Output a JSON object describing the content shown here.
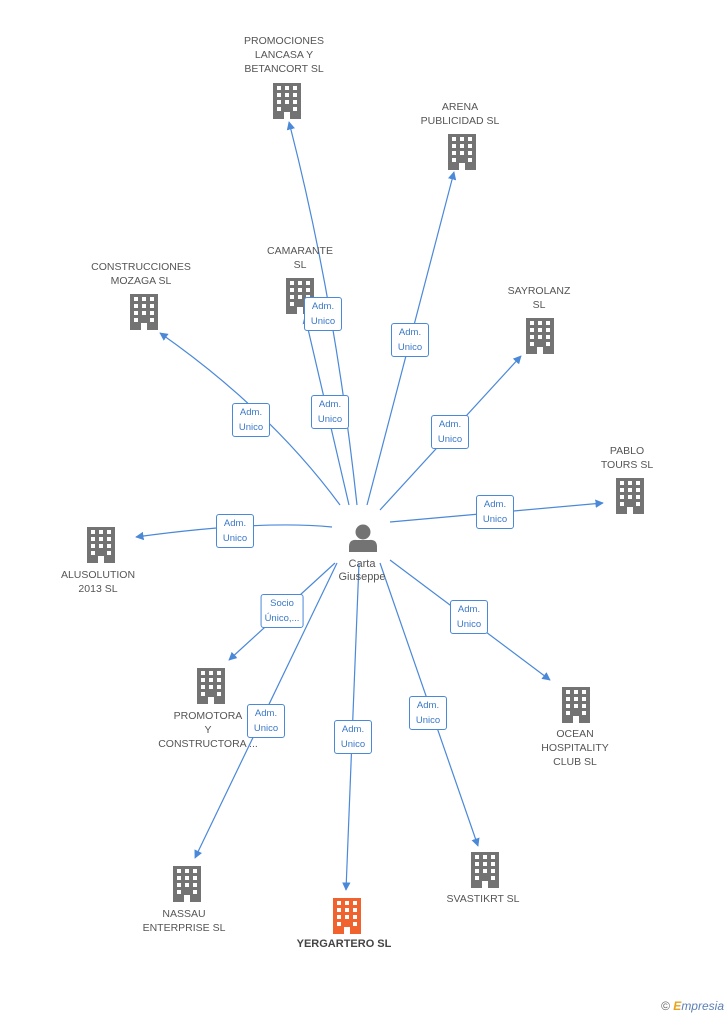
{
  "person": {
    "name": "Carta\nGiuseppe"
  },
  "companies": [
    {
      "id": "promociones",
      "name": "PROMOCIONES\nLANCASA Y\nBETANCORT SL"
    },
    {
      "id": "arena",
      "name": "ARENA\nPUBLICIDAD SL"
    },
    {
      "id": "camarante",
      "name": "CAMARANTE\nSL"
    },
    {
      "id": "construcciones",
      "name": "CONSTRUCCIONES\nMOZAGA SL"
    },
    {
      "id": "sayrolanz",
      "name": "SAYROLANZ\nSL"
    },
    {
      "id": "pablo",
      "name": "PABLO\nTOURS SL"
    },
    {
      "id": "alusolution",
      "name": "ALUSOLUTION\n2013 SL"
    },
    {
      "id": "promotora",
      "name": "PROMOTORA\nY\nCONSTRUCTORA ..."
    },
    {
      "id": "ocean",
      "name": "OCEAN\nHOSPITALITY\nCLUB SL"
    },
    {
      "id": "nassau",
      "name": "NASSAU\nENTERPRISE SL"
    },
    {
      "id": "yergartero",
      "name": "YERGARTERO SL",
      "focus": true
    },
    {
      "id": "svastikrt",
      "name": "SVASTIKRT SL"
    }
  ],
  "edges": [
    {
      "to": "promociones",
      "label": "Adm.\nUnico"
    },
    {
      "to": "arena",
      "label": "Adm.\nUnico"
    },
    {
      "to": "camarante",
      "label": "Adm.\nUnico"
    },
    {
      "to": "construcciones",
      "label": "Adm.\nUnico"
    },
    {
      "to": "sayrolanz",
      "label": "Adm.\nUnico"
    },
    {
      "to": "pablo",
      "label": "Adm.\nUnico"
    },
    {
      "to": "alusolution",
      "label": "Adm.\nUnico"
    },
    {
      "to": "promotora",
      "label": "Socio\nÚnico,..."
    },
    {
      "to": "ocean",
      "label": "Adm.\nUnico"
    },
    {
      "to": "nassau",
      "label": "Adm.\nUnico"
    },
    {
      "to": "yergartero",
      "label": "Adm.\nUnico"
    },
    {
      "to": "svastikrt",
      "label": "Adm.\nUnico"
    }
  ],
  "colors": {
    "edge": "#4a88d8",
    "building": "#737373",
    "focus_building": "#f0622e",
    "person": "#737373"
  },
  "footer": {
    "symbol": "©",
    "brand_first": "E",
    "brand_rest": "mpresia"
  }
}
